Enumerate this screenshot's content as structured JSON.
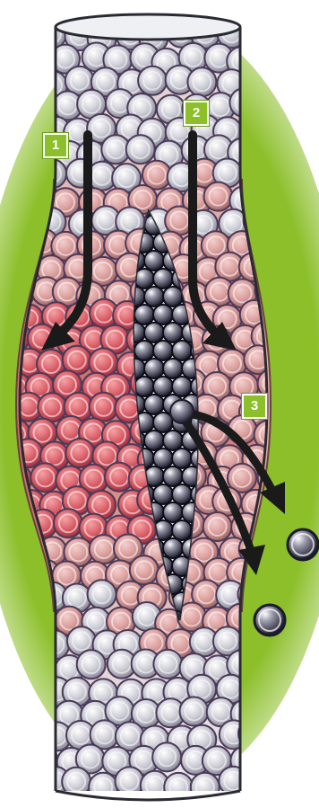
{
  "colors": {
    "background_green": "#8cbf2a",
    "vessel_wall": "#c98a6a",
    "blood_cell_red": "#d9606a",
    "blood_cell_pale": "#d8d8e0",
    "medication_particle": "#2a2a3a",
    "arrow": "#1a1a1a",
    "badge": "#8cbf2a"
  },
  "badges": [
    {
      "label": "1"
    },
    {
      "label": "2"
    },
    {
      "label": "3"
    }
  ],
  "icons": {
    "arrow": "curved-arrow-icon",
    "particle": "dark-particle-icon"
  }
}
